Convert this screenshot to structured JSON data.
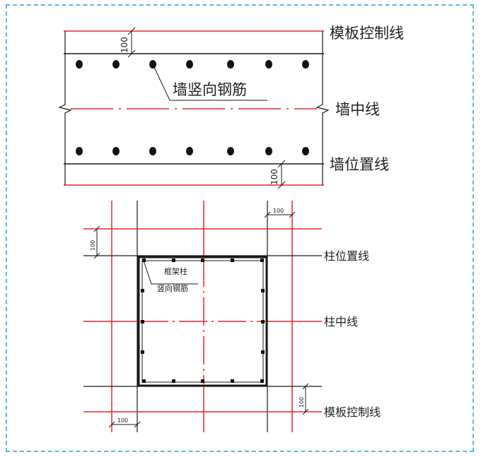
{
  "colors": {
    "red_line": "#e8262a",
    "black_line": "#1a1a1a",
    "frame_border": "#5bb7e6",
    "rebar": "#111111"
  },
  "wall": {
    "label_formwork": "模板控制线",
    "label_rebar": "墙竖向钢筋",
    "label_center": "墙中线",
    "label_position": "墙位置线",
    "dim_top": "100",
    "dim_bottom": "100"
  },
  "column": {
    "label_position": "柱位置线",
    "label_center": "柱中线",
    "label_formwork": "模板控制线",
    "label_rebar_line1": "框架柱",
    "label_rebar_line2": "竖向钢筋",
    "dim_top_right": "100",
    "dim_bottom_left": "100",
    "dim_left_top": "100",
    "dim_right_bottom": "100"
  }
}
